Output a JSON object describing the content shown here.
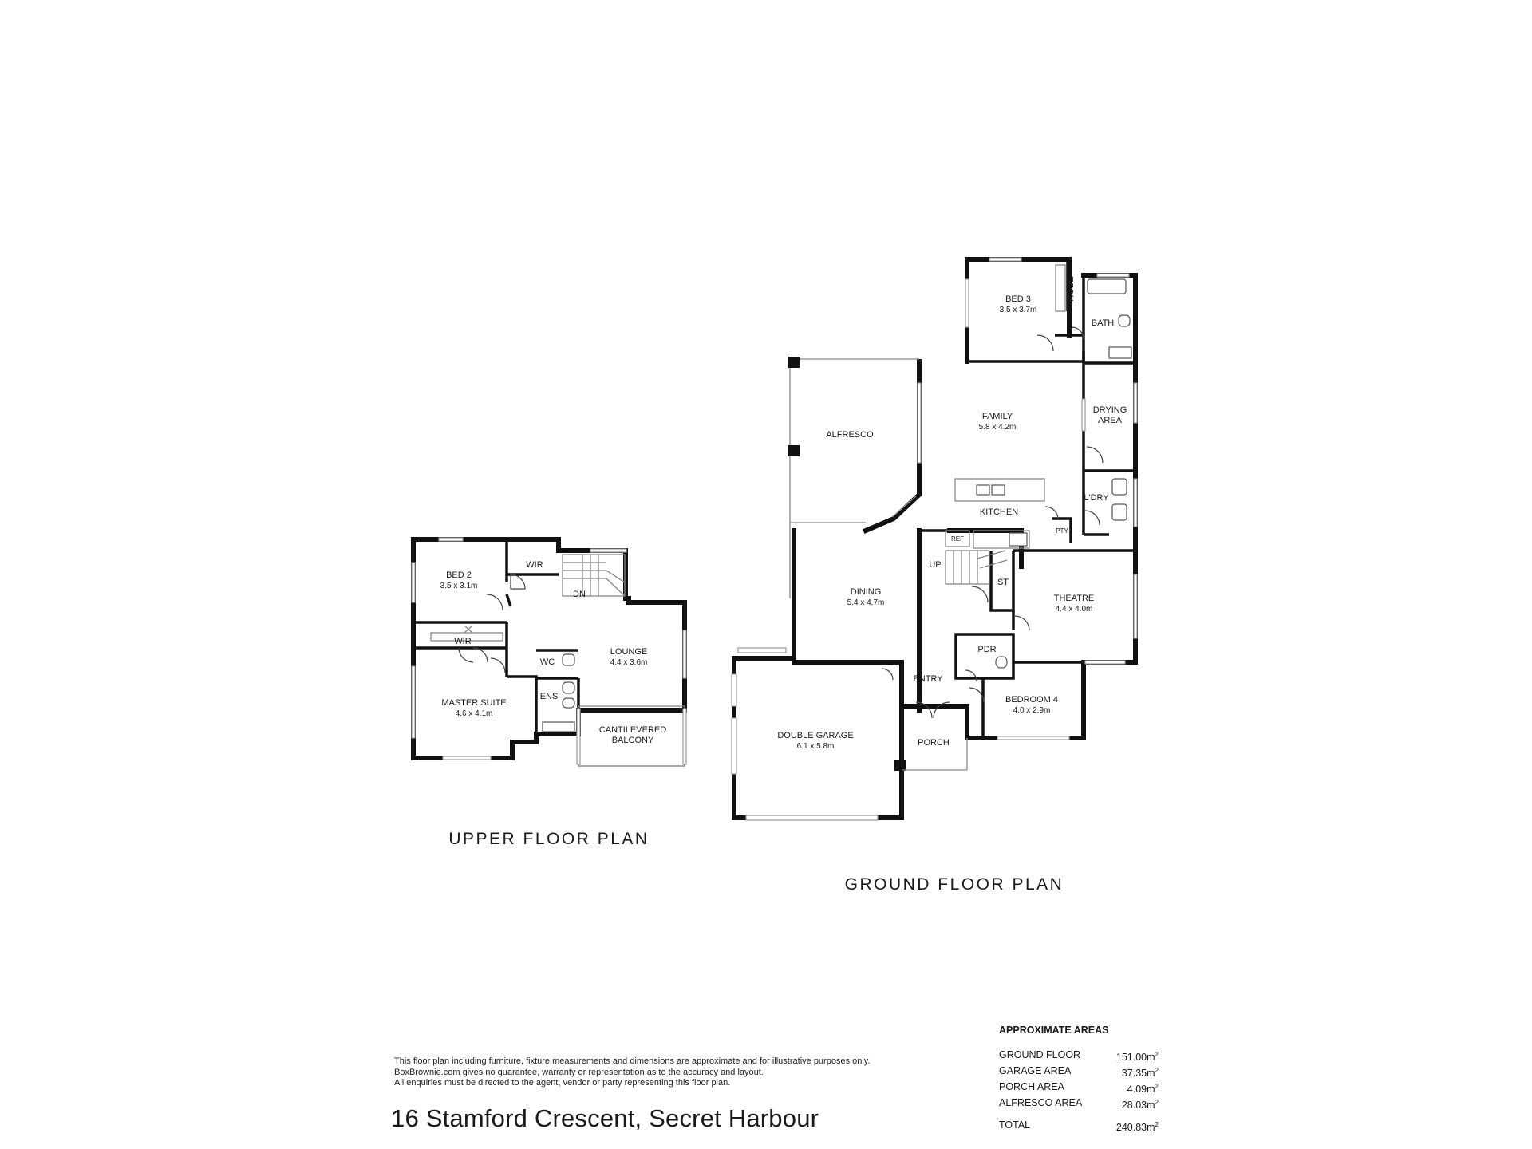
{
  "upper_floor": {
    "title": "UPPER FLOOR PLAN",
    "rooms": {
      "bed2": {
        "label": "BED 2",
        "dims": "3.5 x 3.1m"
      },
      "wir_top": {
        "label": "WIR"
      },
      "dn": {
        "label": "DN"
      },
      "wir_mid": {
        "label": "WIR"
      },
      "lounge": {
        "label": "LOUNGE",
        "dims": "4.4 x 3.6m"
      },
      "wc": {
        "label": "WC"
      },
      "ens": {
        "label": "ENS"
      },
      "master": {
        "label": "MASTER SUITE",
        "dims": "4.6 x 4.1m"
      },
      "balcony": {
        "label1": "CANTILEVERED",
        "label2": "BALCONY"
      }
    }
  },
  "ground_floor": {
    "title": "GROUND FLOOR PLAN",
    "rooms": {
      "bed3": {
        "label": "BED 3",
        "dims": "3.5 x 3.7m"
      },
      "robe": {
        "label": "ROBE"
      },
      "bath": {
        "label": "BATH"
      },
      "alfresco": {
        "label": "ALFRESCO"
      },
      "family": {
        "label": "FAMILY",
        "dims": "5.8 x 4.2m"
      },
      "drying": {
        "label1": "DRYING",
        "label2": "AREA"
      },
      "kitchen": {
        "label": "KITCHEN"
      },
      "ldry": {
        "label": "L'DRY"
      },
      "pty": {
        "label": "PTY"
      },
      "ref": {
        "label": "REF"
      },
      "up": {
        "label": "UP"
      },
      "dining": {
        "label": "DINING",
        "dims": "5.4 x 4.7m"
      },
      "st": {
        "label": "ST"
      },
      "theatre": {
        "label": "THEATRE",
        "dims": "4.4 x 4.0m"
      },
      "pdr": {
        "label": "PDR"
      },
      "entry": {
        "label": "ENTRY"
      },
      "bedroom4": {
        "label": "BEDROOM 4",
        "dims": "4.0 x 2.9m"
      },
      "garage": {
        "label": "DOUBLE GARAGE",
        "dims": "6.1 x 5.8m"
      },
      "porch": {
        "label": "PORCH"
      }
    }
  },
  "disclaimer": [
    "This floor plan including furniture, fixture measurements and dimensions are approximate and for illustrative purposes only.",
    "BoxBrownie.com gives no guarantee, warranty or representation as to the accuracy and layout.",
    "All enquiries must be directed to the agent, vendor or party representing this floor plan."
  ],
  "address": "16 Stamford Crescent, Secret Harbour",
  "areas": {
    "heading": "APPROXIMATE AREAS",
    "unit_sup": "2",
    "rows": [
      {
        "label": "GROUND FLOOR",
        "value": "151.00m"
      },
      {
        "label": "GARAGE AREA",
        "value": "37.35m"
      },
      {
        "label": "PORCH AREA",
        "value": "4.09m"
      },
      {
        "label": "ALFRESCO AREA",
        "value": "28.03m"
      }
    ],
    "total": {
      "label": "TOTAL",
      "value": "240.83m"
    }
  }
}
